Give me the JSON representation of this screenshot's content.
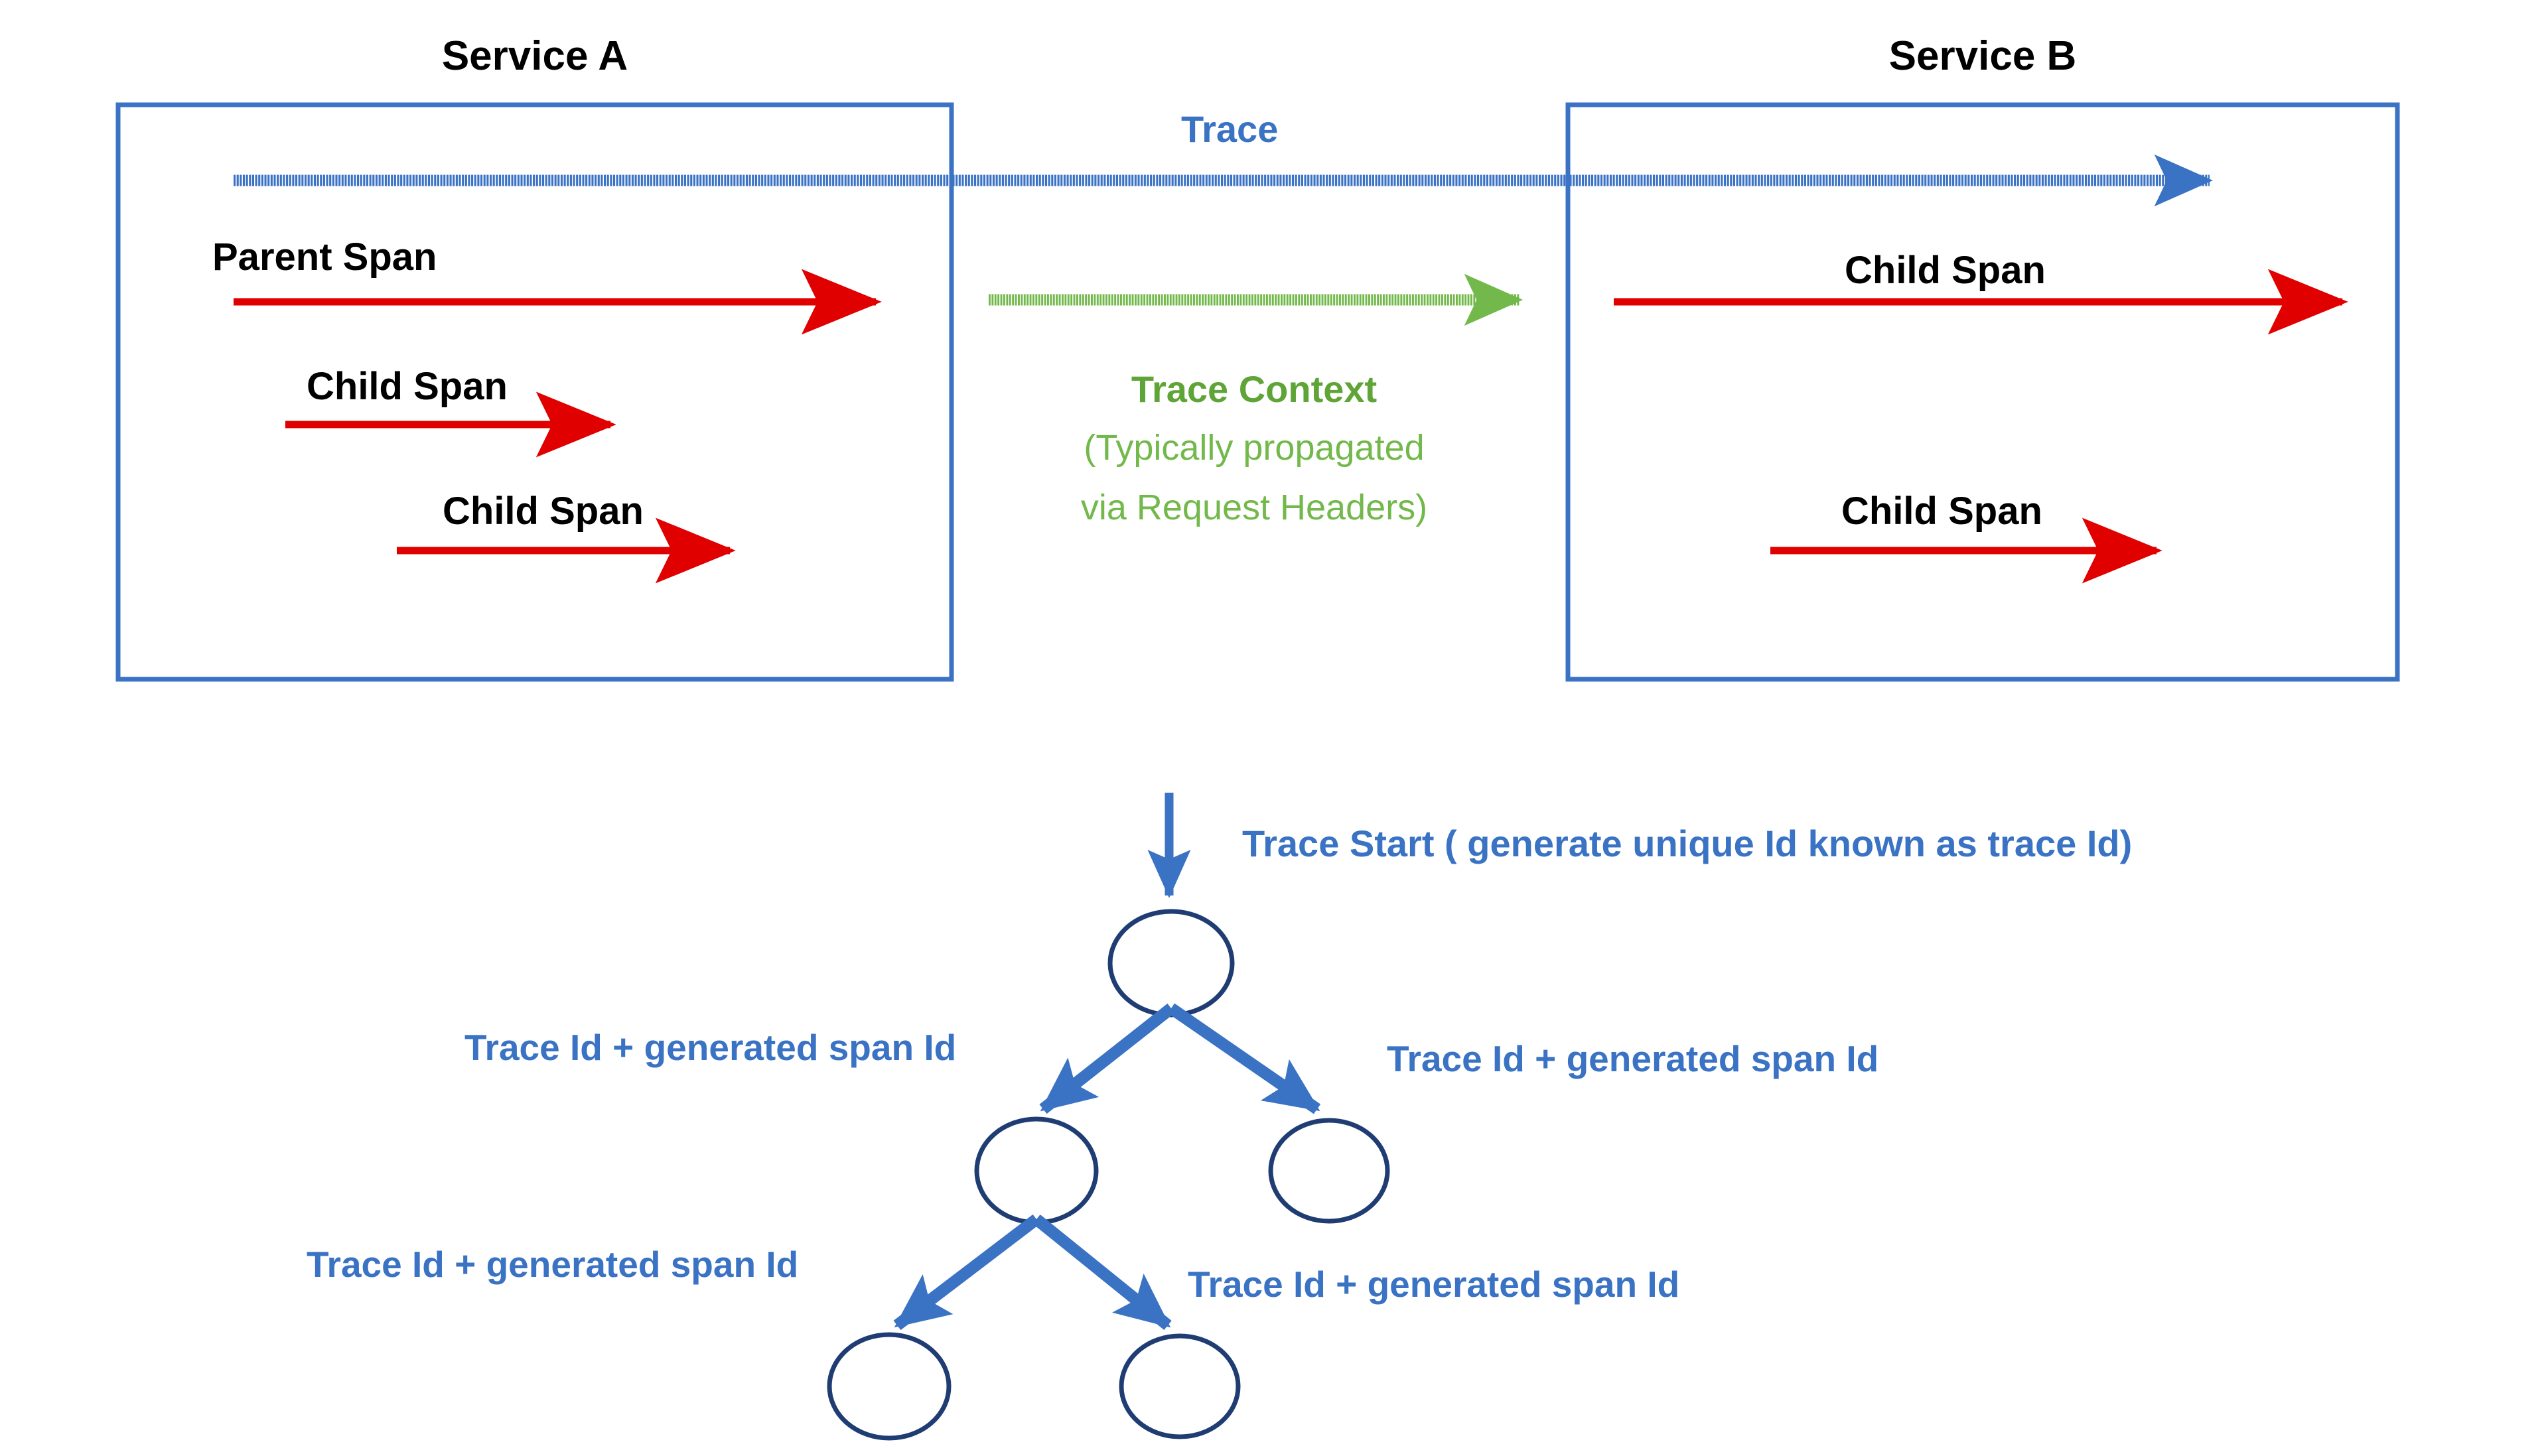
{
  "diagram": {
    "title_service_a": "Service A",
    "title_service_b": "Service B",
    "trace_arrow_label": "Trace",
    "trace_context_title": "Trace Context",
    "trace_context_sub_line1": "(Typically propagated",
    "trace_context_sub_line2": "via Request Headers)",
    "service_a_spans": [
      {
        "label": "Parent Span"
      },
      {
        "label": "Child Span"
      },
      {
        "label": "Child Span"
      }
    ],
    "service_b_spans": [
      {
        "label": "Child Span"
      },
      {
        "label": "Child Span"
      }
    ],
    "tree": {
      "start_label": "Trace Start ( generate unique Id known as trace Id)",
      "edge_labels": [
        "Trace Id + generated span Id",
        "Trace Id + generated span Id",
        "Trace Id + generated span Id",
        "Trace Id + generated span Id"
      ]
    },
    "colors": {
      "box_border_blue": "#3A72C4",
      "trace_blue": "#3A72C4",
      "context_green": "#72B84A",
      "context_green_dark": "#5FA437",
      "span_red": "#E00000",
      "node_outline_navy": "#1F3D73",
      "tree_arrow_blue": "#3A72C4"
    }
  }
}
